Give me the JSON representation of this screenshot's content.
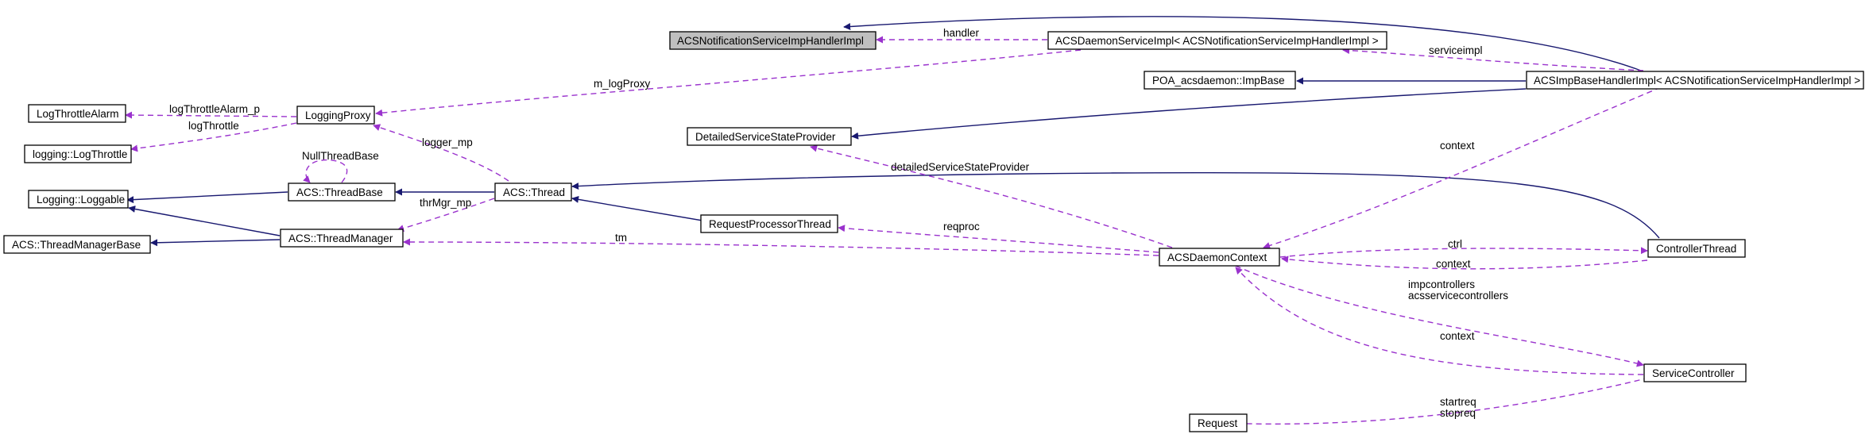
{
  "colors": {
    "inheritance_edge": "#191970",
    "usage_edge": "#9a32cd",
    "highlight_fill": "#bfbfbf"
  },
  "nodes": {
    "notif_handler": "ACSNotificationServiceImpHandlerImpl",
    "daemon_service_impl": "ACSDaemonServiceImpl< ACSNotificationServiceImpHandlerImpl >",
    "poa_impbase": "POA_acsdaemon::ImpBase",
    "imp_base_handler": "ACSImpBaseHandlerImpl< ACSNotificationServiceImpHandlerImpl >",
    "log_throttle_alarm": "LogThrottleAlarm",
    "logging_proxy": "LoggingProxy",
    "logging_log_throttle": "logging::LogThrottle",
    "detailed_ssp": "DetailedServiceStateProvider",
    "logging_loggable": "Logging::Loggable",
    "thread_base": "ACS::ThreadBase",
    "acs_thread": "ACS::Thread",
    "request_processor_thread": "RequestProcessorThread",
    "thread_manager_base": "ACS::ThreadManagerBase",
    "thread_manager": "ACS::ThreadManager",
    "daemon_context": "ACSDaemonContext",
    "controller_thread": "ControllerThread",
    "service_controller": "ServiceController",
    "request": "Request"
  },
  "edge_labels": {
    "handler": "handler",
    "serviceimpl": "serviceimpl",
    "m_logproxy": "m_logProxy",
    "log_throttle_alarm_p": "logThrottleAlarm_p",
    "log_throttle": "logThrottle",
    "logger_mp": "logger_mp",
    "null_thread_base": "NullThreadBase",
    "thr_mgr_mp": "thrMgr_mp",
    "detailed_service_state_provider": "detailedServiceStateProvider",
    "context_imp": "context",
    "reqproc": "reqproc",
    "tm": "tm",
    "ctrl": "ctrl",
    "context_ctrl": "context",
    "impcontrollers": "impcontrollers",
    "acsservicecontrollers": "acsservicecontrollers",
    "context_svc": "context",
    "startreq": "startreq",
    "stopreq": "stopreq"
  }
}
